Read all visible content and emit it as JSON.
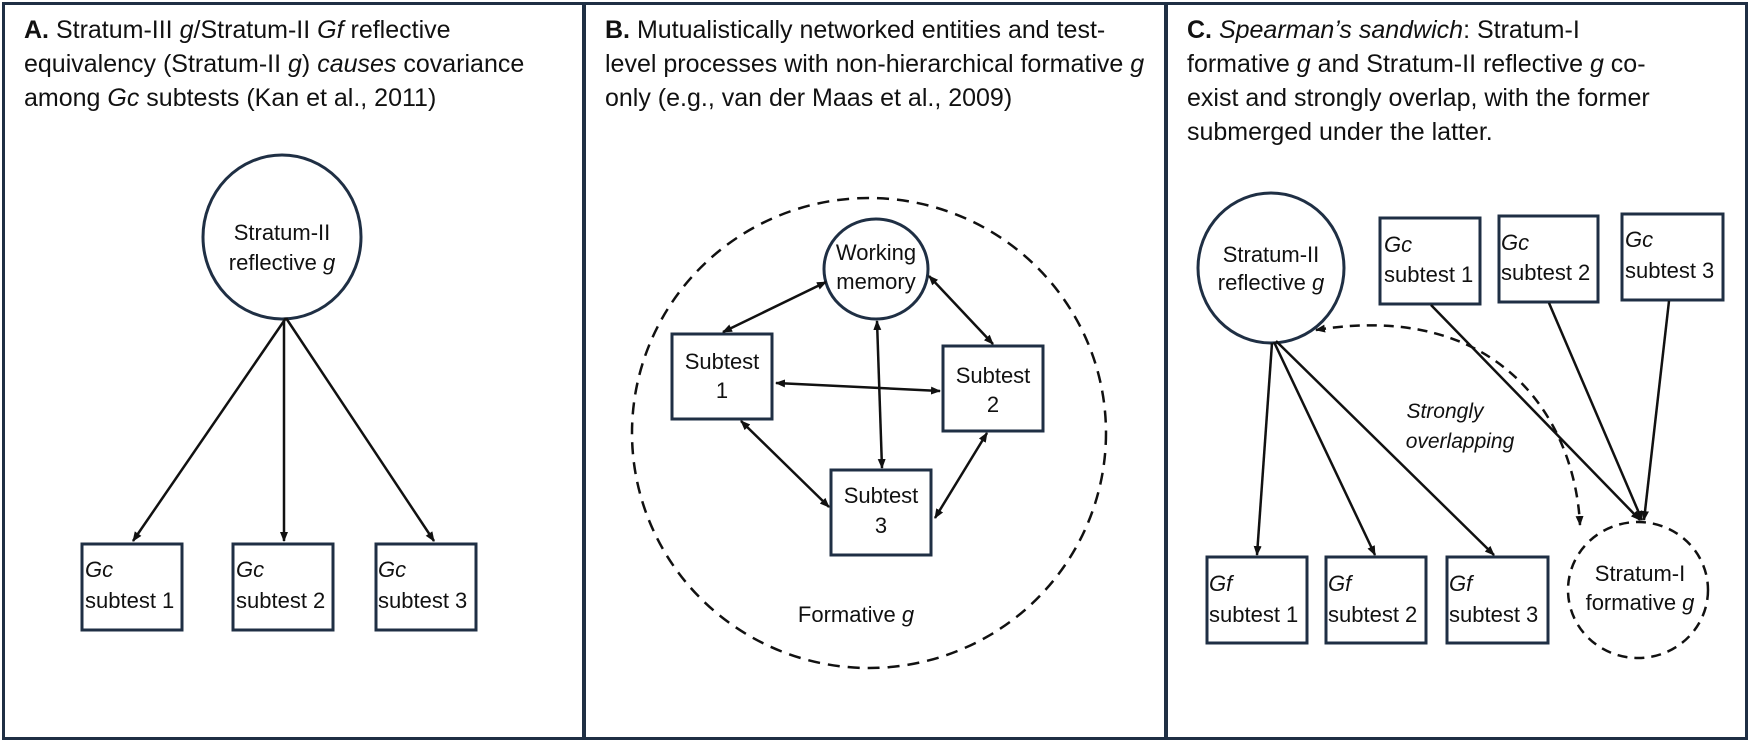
{
  "colors": {
    "border": "#1f2f44",
    "stroke": "#1f2f44",
    "text": "#111111"
  },
  "panels": {
    "a": {
      "caption": [
        {
          "text": "A.",
          "bold": true
        },
        {
          "text": " Stratum-III "
        },
        {
          "text": "g",
          "italic": true
        },
        {
          "text": "/Stratum-II "
        },
        {
          "text": "Gf",
          "italic": true
        },
        {
          "text": " reflective equivalency (Stratum-II "
        },
        {
          "text": "g",
          "italic": true
        },
        {
          "text": ") "
        },
        {
          "text": "causes",
          "italic": true
        },
        {
          "text": " covariance among "
        },
        {
          "text": "Gc",
          "italic": true
        },
        {
          "text": " subtests (Kan et al., 2011)"
        }
      ],
      "latent_line1": "Stratum-II",
      "latent_line2": "reflective ",
      "latent_g": "g",
      "subtests": [
        {
          "ability": "Gc",
          "label": "subtest 1"
        },
        {
          "ability": "Gc",
          "label": "subtest 2"
        },
        {
          "ability": "Gc",
          "label": "subtest 3"
        }
      ]
    },
    "b": {
      "caption": [
        {
          "text": "B.",
          "bold": true
        },
        {
          "text": " Mutualistically networked entities and test-level processes with non-hierarchical formative "
        },
        {
          "text": "g",
          "italic": true
        },
        {
          "text": " only (e.g., van der Maas et al., 2009)"
        }
      ],
      "wm_line1": "Working",
      "wm_line2": "memory",
      "subtest1_line1": "Subtest",
      "subtest1_line2": "1",
      "subtest2_line1": "Subtest",
      "subtest2_line2": "2",
      "subtest3_line1": "Subtest",
      "subtest3_line2": "3",
      "formative_text": "Formative ",
      "formative_g": "g"
    },
    "c": {
      "caption": [
        {
          "text": "C.",
          "bold": true
        },
        {
          "text": " "
        },
        {
          "text": "Spearman’s sandwich",
          "italic": true
        },
        {
          "text": ": Stratum-I formative "
        },
        {
          "text": "g",
          "italic": true
        },
        {
          "text": " and Stratum-II reflective "
        },
        {
          "text": "g",
          "italic": true
        },
        {
          "text": " co-exist and strongly overlap, with the former submerged under the latter."
        }
      ],
      "reflective_line1": "Stratum-II",
      "reflective_line2": "reflective ",
      "reflective_g": "g",
      "gc_subtests": [
        {
          "ability": "Gc",
          "label": "subtest 1"
        },
        {
          "ability": "Gc",
          "label": "subtest 2"
        },
        {
          "ability": "Gc",
          "label": "subtest 3"
        }
      ],
      "gf_subtests": [
        {
          "ability": "Gf",
          "label": "subtest 1"
        },
        {
          "ability": "Gf",
          "label": "subtest 2"
        },
        {
          "ability": "Gf",
          "label": "subtest 3"
        }
      ],
      "overlap_line1": "Strongly",
      "overlap_line2": "overlapping",
      "formative_line1": "Stratum-I",
      "formative_line2": "formative ",
      "formative_g": "g"
    }
  }
}
